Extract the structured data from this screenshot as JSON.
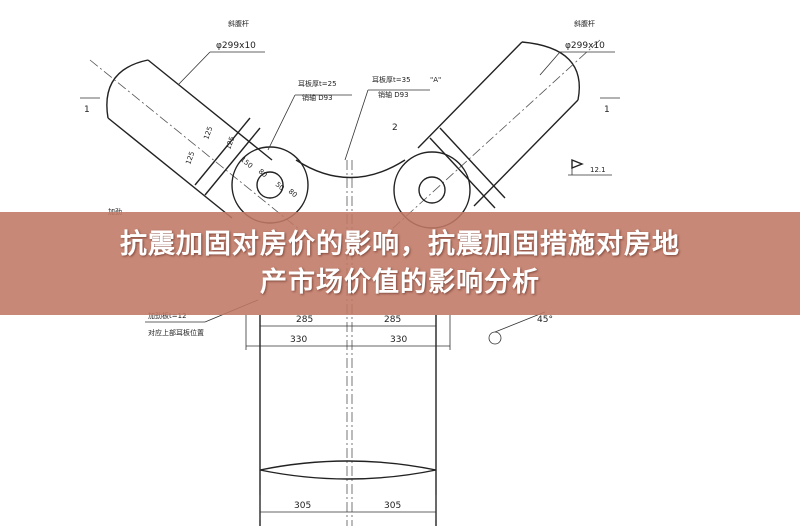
{
  "title": {
    "line1": "抗震加固对房价的影响，抗震加固措施对房地",
    "line2": "产市场价值的影响分析"
  },
  "drawing": {
    "pipe_left_label": "斜腹杆",
    "pipe_left_size": "φ299x10",
    "pipe_right_label": "斜腹杆",
    "pipe_right_size": "φ299x10",
    "plate_left_thickness": "耳板厚t=25",
    "plate_left_bolt": "销轴 D93",
    "plate_right_thickness": "耳板厚t=35",
    "plate_right_bolt": "销轴 D93",
    "view_a": "\"A\"",
    "section_left": "1",
    "section_right": "1",
    "mark_2": "2",
    "dim_125a": "125",
    "dim_125b": "125",
    "dim_125c": "125",
    "dim_150": "150",
    "dim_80a": "80",
    "dim_80b": "80",
    "dim_50": "50",
    "elev_mark": "12.1",
    "angle": "45°",
    "lower_label": "加劲板t=12",
    "lower_note": "对应上部耳板位置",
    "left_small": "加劲",
    "dim_285a": "285",
    "dim_285b": "285",
    "dim_330a": "330",
    "dim_330b": "330",
    "dim_305a": "305",
    "dim_305b": "305"
  }
}
